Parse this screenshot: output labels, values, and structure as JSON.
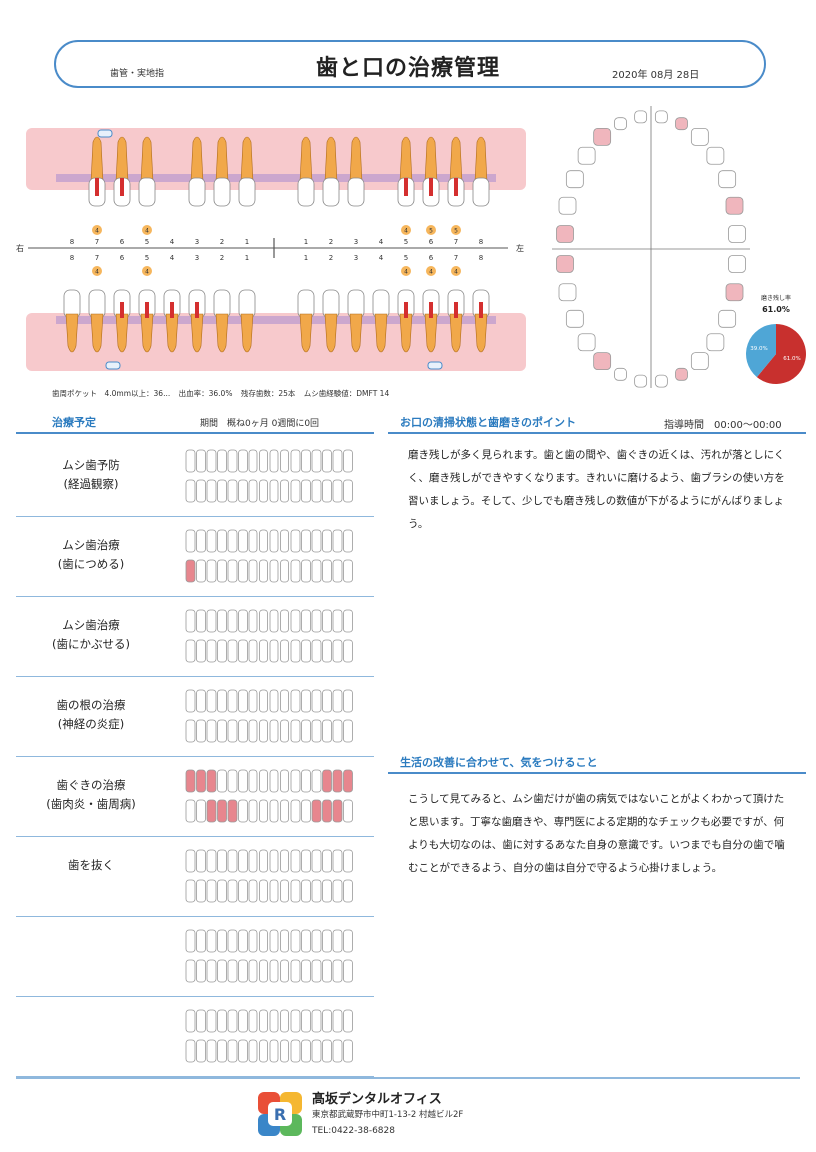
{
  "header": {
    "subtitle": "歯管・実地指",
    "title": "歯と口の治療管理",
    "date": "2020年 08月 28日"
  },
  "dental_chart": {
    "side_right": "右",
    "side_left": "左",
    "upper_numbers": [
      "8",
      "7",
      "6",
      "5",
      "4",
      "3",
      "2",
      "1",
      "1",
      "2",
      "3",
      "4",
      "5",
      "6",
      "7",
      "8"
    ],
    "lower_numbers": [
      "8",
      "7",
      "6",
      "5",
      "4",
      "3",
      "2",
      "1",
      "1",
      "2",
      "3",
      "4",
      "5",
      "6",
      "7",
      "8"
    ],
    "pocket_upper": [
      "4",
      "4",
      "4",
      "5",
      "5"
    ],
    "pocket_lower": [
      "4",
      "4",
      "4",
      "4",
      "4"
    ]
  },
  "stats": {
    "pocket": "歯周ポケット　4.0mm以上：36...",
    "bleeding": "出血率：36.0%",
    "remaining": "残存歯数：25本",
    "dmft": "ムシ歯経験値：DMFT 14"
  },
  "pie": {
    "title": "磨き残し率",
    "value_label": "61.0%",
    "slice_red_label": "61.0%",
    "slice_blue_label": "39.0%",
    "red_fraction": 0.61,
    "colors": {
      "red": "#c8302e",
      "blue": "#4fa6d6"
    }
  },
  "plan": {
    "title": "治療予定",
    "period": "期間　概ね0ヶ月 0週間に0回",
    "rows": [
      {
        "line1": "ムシ歯予防",
        "line2": "(経過観察)",
        "marks": "none"
      },
      {
        "line1": "ムシ歯治療",
        "line2": "(歯につめる)",
        "marks": "filling"
      },
      {
        "line1": "ムシ歯治療",
        "line2": "(歯にかぶせる)",
        "marks": "none"
      },
      {
        "line1": "歯の根の治療",
        "line2": "(神経の炎症)",
        "marks": "none"
      },
      {
        "line1": "歯ぐきの治療",
        "line2": "(歯肉炎・歯周病)",
        "marks": "gum"
      },
      {
        "line1": "歯を抜く",
        "line2": "",
        "marks": "none"
      },
      {
        "line1": "",
        "line2": "",
        "marks": "none"
      },
      {
        "line1": "",
        "line2": "",
        "marks": "none"
      }
    ]
  },
  "oral": {
    "title": "お口の清掃状態と歯磨きのポイント",
    "time": "指導時間　00:00～00:00",
    "text": "磨き残しが多く見られます。歯と歯の間や、歯ぐきの近くは、汚れが落としにくく、磨き残しができやすくなります。きれいに磨けるよう、歯ブラシの使い方を習いましょう。そして、少しでも磨き残しの数値が下がるようにがんばりましょう。"
  },
  "life": {
    "title": "生活の改善に合わせて、気をつけること",
    "text": "こうして見てみると、ムシ歯だけが歯の病気ではないことがよくわかって頂けたと思います。丁寧な歯磨きや、専門医による定期的なチェックも必要ですが、何よりも大切なのは、歯に対するあなた自身の意識です。いつまでも自分の歯で噛むことができるよう、自分の歯は自分で守るよう心掛けましょう。"
  },
  "footer": {
    "logo_letter": "R",
    "clinic_name": "髙坂デンタルオフィス",
    "address": "東京都武蔵野市中町1-13-2 村越ビル2F",
    "tel": "TEL:0422-38-6828"
  },
  "colors": {
    "accent": "#4a8bc9",
    "gum": "#f7c9cc",
    "tooth_root": "#f1a84a",
    "decay": "#d42f2f",
    "pocket_band": "#a98ad0"
  }
}
